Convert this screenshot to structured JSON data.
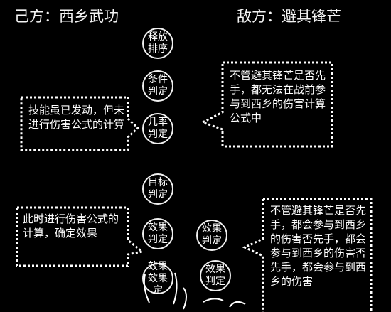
{
  "titles": {
    "left": "己方：西乡武功",
    "right": "敌方：避其锋芒"
  },
  "nodes_top": [
    "释放排序",
    "条件判定",
    "几率判定"
  ],
  "nodes_bottom": [
    "目标判定",
    "效果判定",
    "效果效果定"
  ],
  "nodes_bottom_right": [
    "效果判定",
    "效果判定"
  ],
  "callouts": {
    "top_left": "技能虽已发动，但未进行伤害公式的计算",
    "top_right": "不管避其锋芒是否先手，都无法在战前参与到西乡的伤害计算公式中",
    "bottom_left": "此时进行伤害公式的计算，确定效果",
    "bottom_right": "不管避其锋芒是否先手，都会参与到西乡的伤害否先手，都会参与到西乡的伤害否先手，都会参与到西乡的伤害"
  }
}
